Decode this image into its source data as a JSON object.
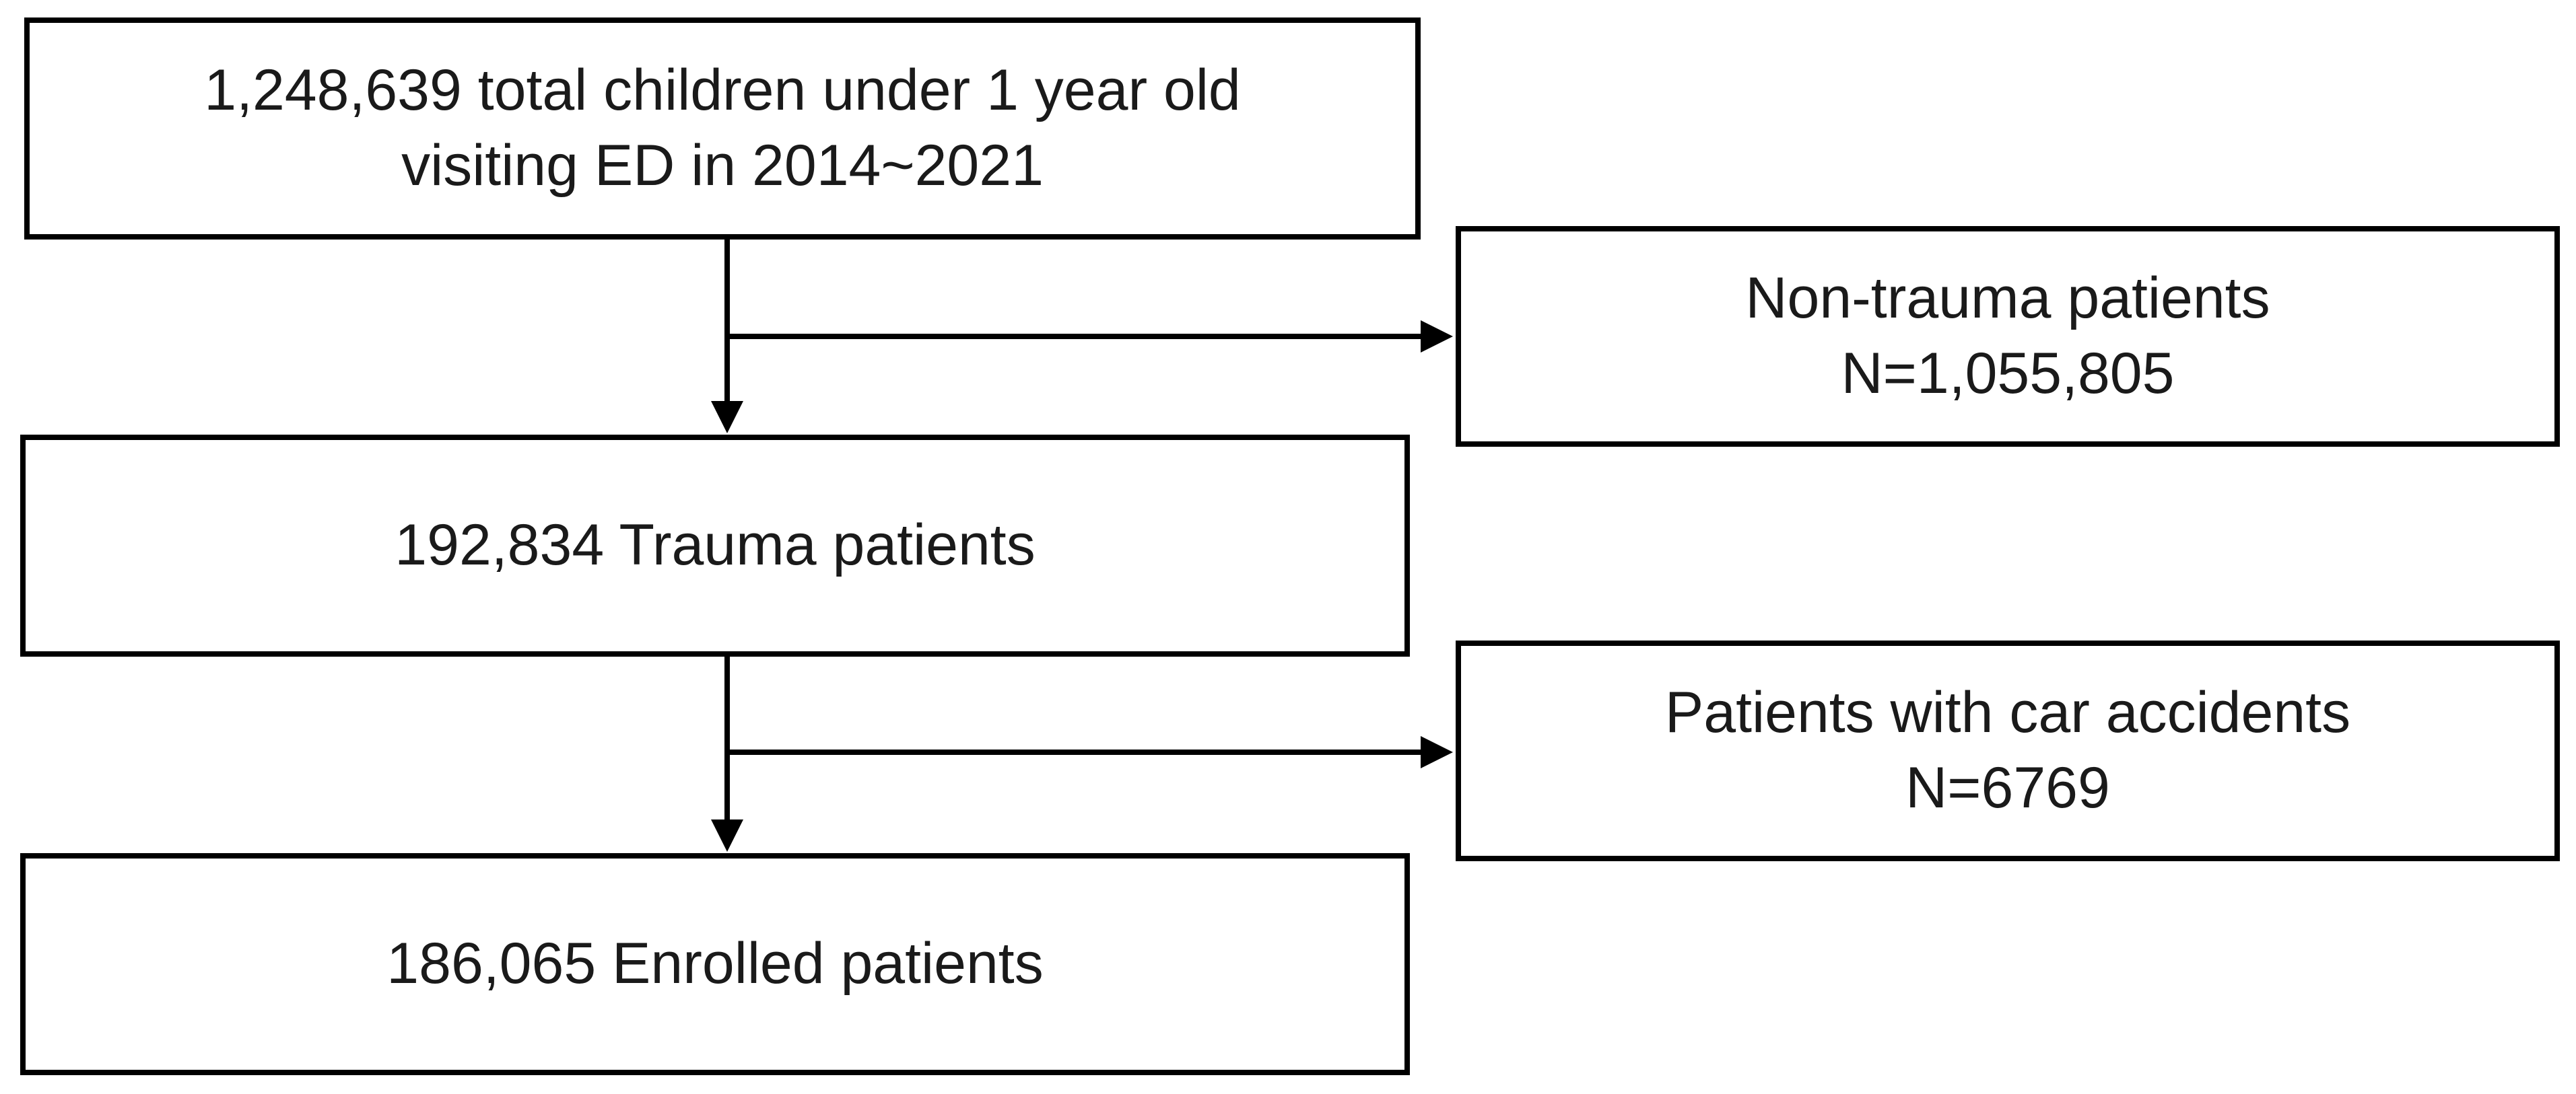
{
  "flowchart": {
    "total_box": {
      "line1": "1,248,639 total children under 1 year old",
      "line2": "visiting ED in 2014~2021"
    },
    "trauma_box": {
      "line1": "192,834 Trauma patients"
    },
    "enrolled_box": {
      "line1": "186,065 Enrolled patients"
    },
    "nontrauma_box": {
      "line1": "Non-trauma patients",
      "line2": "N=1,055,805"
    },
    "car_box": {
      "line1": "Patients with car accidents",
      "line2": "N=6769"
    }
  },
  "colors": {
    "border": "#000000",
    "text": "#1a1a1a",
    "background": "#ffffff"
  }
}
